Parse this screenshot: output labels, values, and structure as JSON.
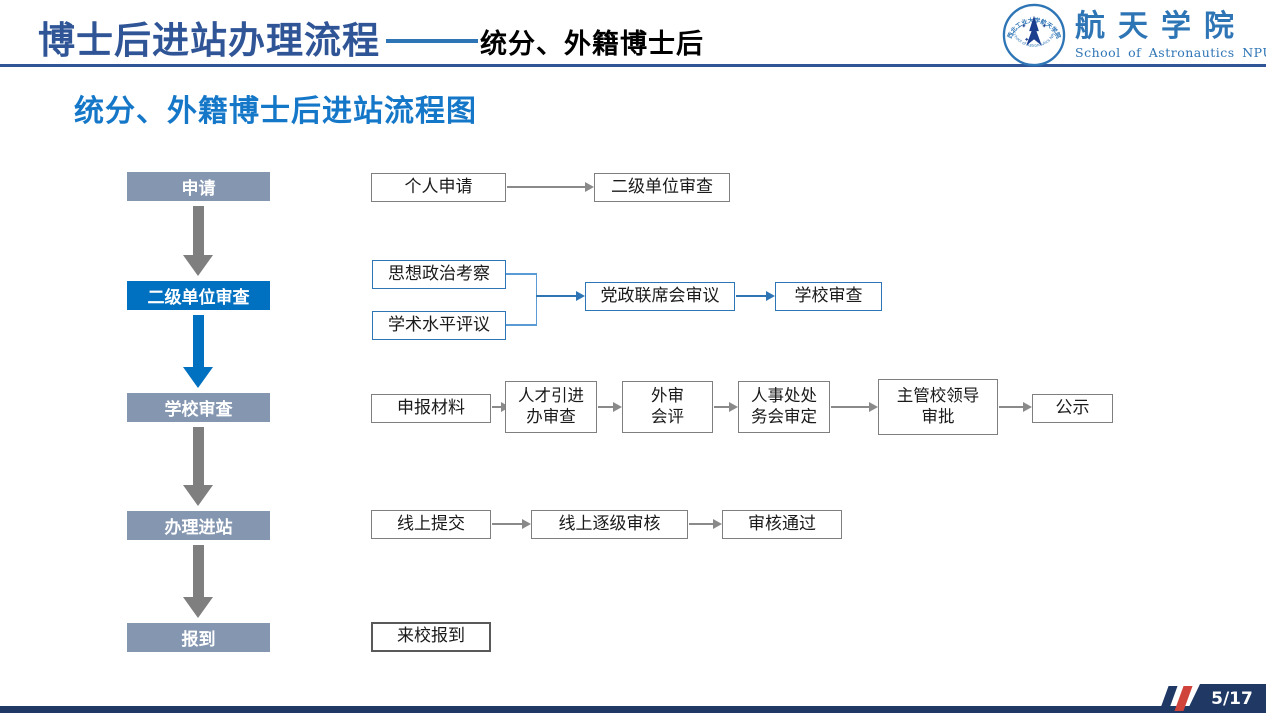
{
  "slide": {
    "header": {
      "title_main": "博士后进站办理流程",
      "title_dash": "——",
      "title_sub": "统分、外籍博士后"
    },
    "logo": {
      "cn": "航天学院",
      "en": "School of Astronautics NPU",
      "seal_top": "西北工业大学航天学院",
      "seal_bottom": "School of Astronautics NPU"
    },
    "subtitle": "统分、外籍博士后进站流程图",
    "flowchart": {
      "stages": [
        {
          "label": "申请"
        },
        {
          "label": "二级单位审查"
        },
        {
          "label": "学校审查"
        },
        {
          "label": "办理进站"
        },
        {
          "label": "报到"
        }
      ],
      "row1": [
        "个人申请",
        "二级单位审查"
      ],
      "row2_inputs": [
        "思想政治考察",
        "学术水平评议"
      ],
      "row2_steps": [
        "党政联席会审议",
        "学校审查"
      ],
      "row3": [
        "申报材料",
        "人才引进\n办审查",
        "外审\n会评",
        "人事处处\n务会审定",
        "主管校领导\n审批",
        "公示"
      ],
      "row4": [
        "线上提交",
        "线上逐级审核",
        "审核通过"
      ],
      "row5": [
        "来校报到"
      ]
    },
    "footer": {
      "page": "5/17"
    },
    "colors": {
      "title_blue": "#2F5597",
      "accent_blue": "#0070C0",
      "subtitle_blue": "#1577C8",
      "stage_gray_blue": "#8496B0",
      "box_border_gray": "#7F7F7F",
      "box_border_blue": "#2E75B6",
      "footer_navy": "#1F3864",
      "footer_red": "#D0433B"
    }
  }
}
